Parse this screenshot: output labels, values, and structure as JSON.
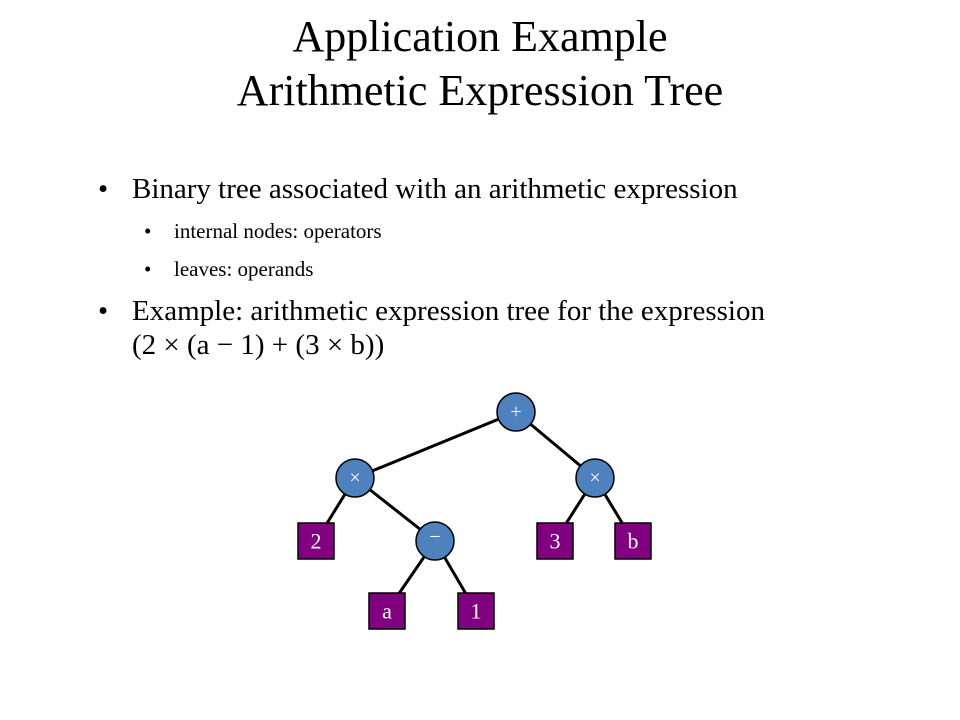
{
  "title": {
    "line1": "Application Example",
    "line2": "Arithmetic Expression Tree"
  },
  "bullets": {
    "b1": "Binary tree associated with an arithmetic expression",
    "b1_sub1": "internal nodes: operators",
    "b1_sub2": "leaves: operands",
    "b2_line1": "Example: arithmetic expression tree for the expression",
    "b2_line2": "(2 × (a − 1) + (3 × b))"
  },
  "tree": {
    "operator_color": "#4f81bd",
    "operand_color": "#800080",
    "nodes": {
      "root": "+",
      "left_mult": "×",
      "right_mult": "×",
      "minus": "−",
      "leaf_2": "2",
      "leaf_3": "3",
      "leaf_b": "b",
      "leaf_a": "a",
      "leaf_1": "1"
    }
  }
}
